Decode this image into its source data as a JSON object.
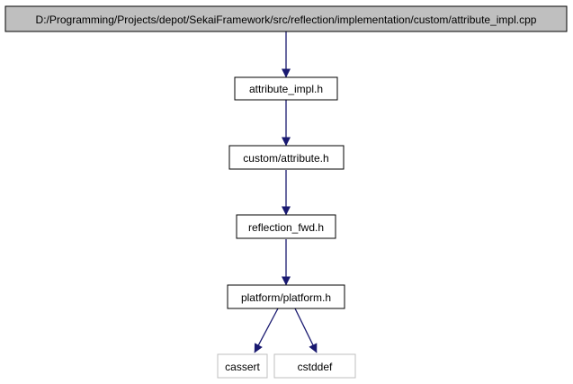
{
  "graph": {
    "title": "D:/Programming/Projects/depot/SekaiFramework/src/reflection/implementation/custom/attribute_impl.cpp",
    "nodes": {
      "root": {
        "label": "D:/Programming/Projects/depot/SekaiFramework/src/reflection/implementation/custom/attribute_impl.cpp",
        "style": "root"
      },
      "attribute_impl_h": {
        "label": "attribute_impl.h",
        "style": "normal"
      },
      "custom_attribute_h": {
        "label": "custom/attribute.h",
        "style": "normal"
      },
      "reflection_fwd_h": {
        "label": "reflection_fwd.h",
        "style": "normal"
      },
      "platform_platform_h": {
        "label": "platform/platform.h",
        "style": "normal"
      },
      "cassert": {
        "label": "cassert",
        "style": "external"
      },
      "cstddef": {
        "label": "cstddef",
        "style": "external"
      }
    },
    "edges": [
      {
        "from": "root",
        "to": "attribute_impl_h"
      },
      {
        "from": "attribute_impl_h",
        "to": "custom_attribute_h"
      },
      {
        "from": "custom_attribute_h",
        "to": "reflection_fwd_h"
      },
      {
        "from": "reflection_fwd_h",
        "to": "platform_platform_h"
      },
      {
        "from": "platform_platform_h",
        "to": "cassert"
      },
      {
        "from": "platform_platform_h",
        "to": "cstddef"
      }
    ],
    "colors": {
      "edge": "#191970",
      "root_fill": "#bfbfbf",
      "node_border": "#000000",
      "external_border": "#bfbfbf",
      "text": "#000000"
    }
  }
}
